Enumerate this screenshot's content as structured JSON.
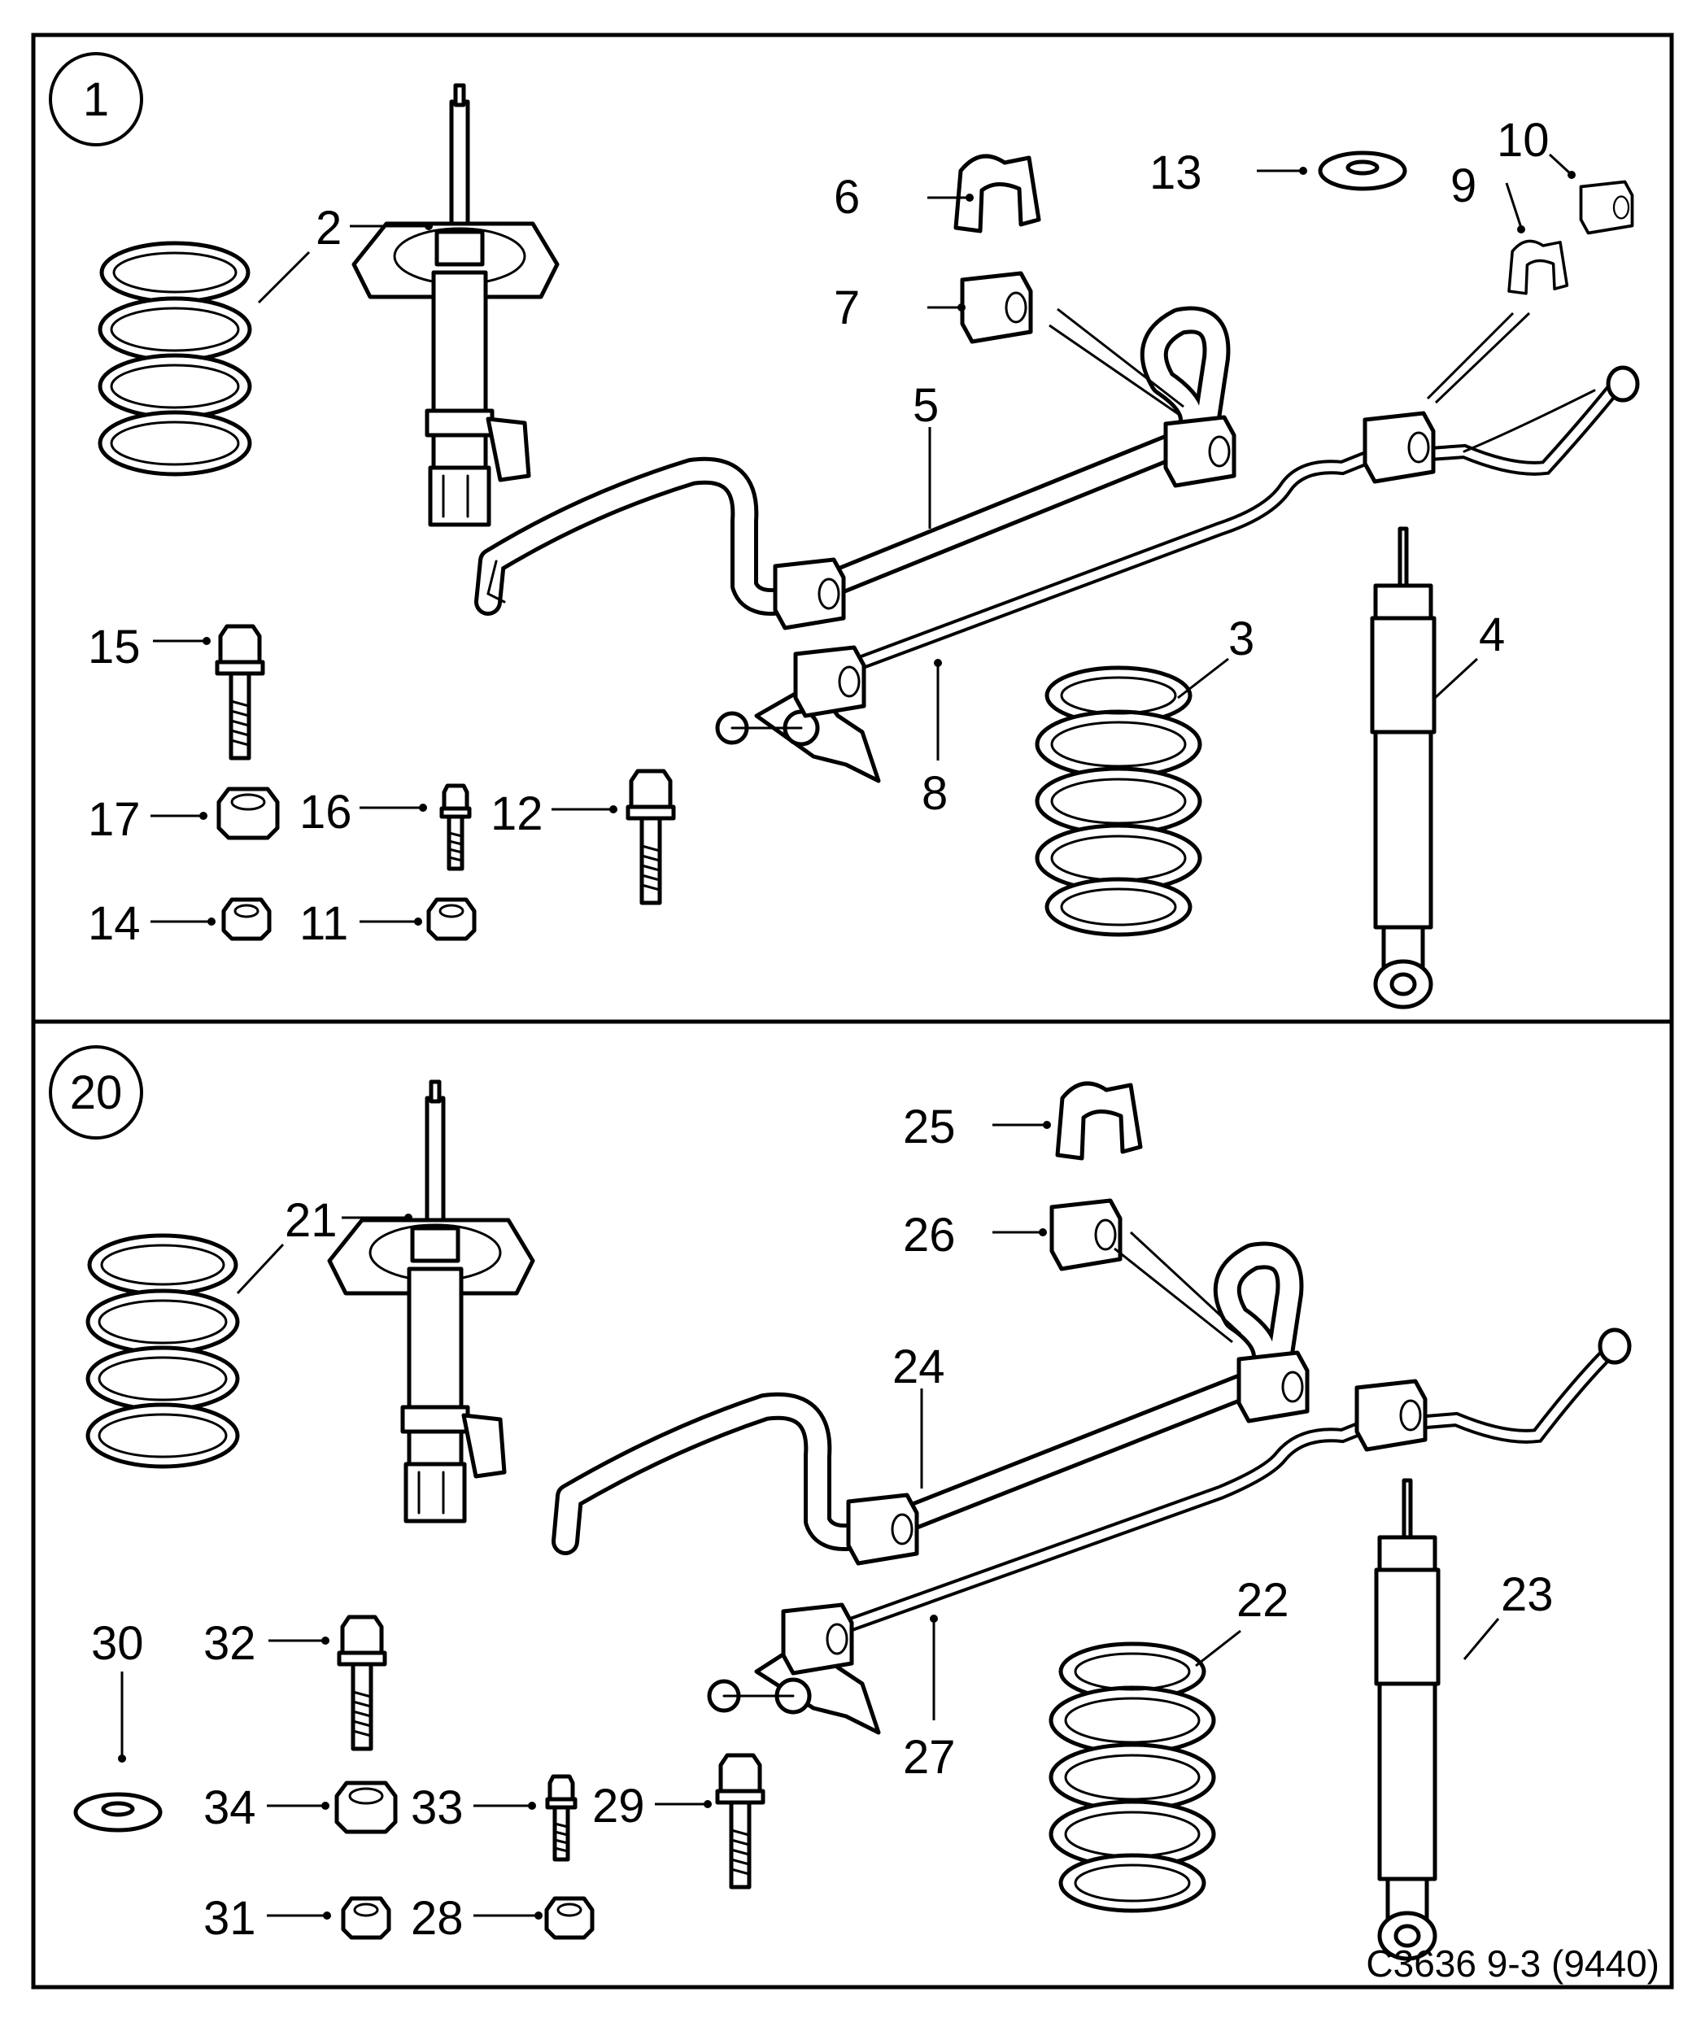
{
  "panels": [
    {
      "id": "1",
      "badge": "1"
    },
    {
      "id": "20",
      "badge": "20"
    }
  ],
  "callouts": {
    "c2": "2",
    "c3": "3",
    "c4": "4",
    "c5": "5",
    "c6": "6",
    "c7": "7",
    "c8": "8",
    "c9": "9",
    "c10": "10",
    "c11": "11",
    "c12": "12",
    "c13": "13",
    "c14": "14",
    "c15": "15",
    "c16": "16",
    "c17": "17",
    "c21": "21",
    "c22": "22",
    "c23": "23",
    "c24": "24",
    "c25": "25",
    "c26": "26",
    "c27": "27",
    "c28": "28",
    "c29": "29",
    "c30": "30",
    "c31": "31",
    "c32": "32",
    "c33": "33",
    "c34": "34"
  },
  "caption": "C3636 9-3 (9440)"
}
